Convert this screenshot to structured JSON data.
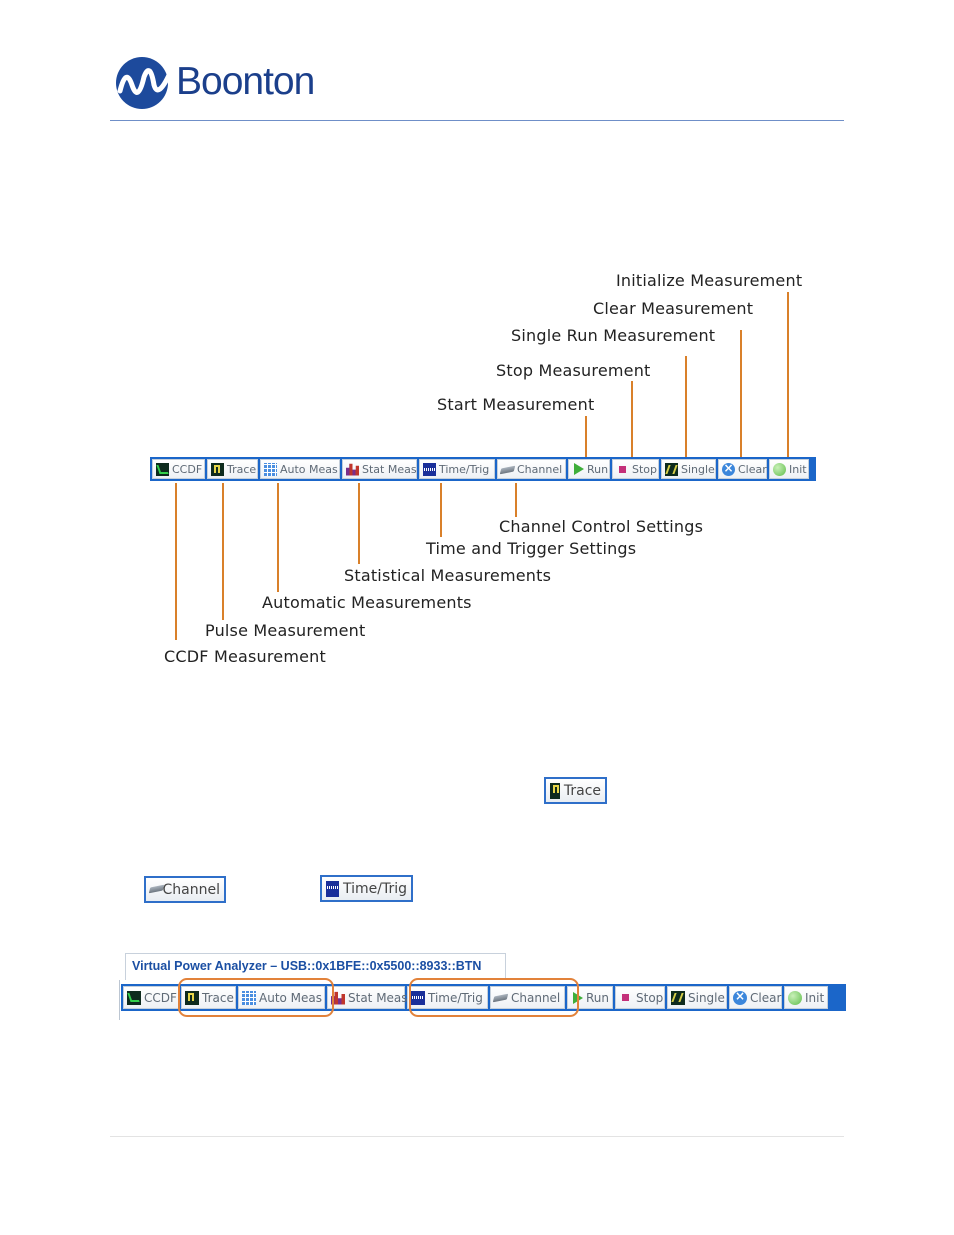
{
  "header": {
    "brand": "Boonton"
  },
  "toolbar_buttons": [
    {
      "label": "CCDF",
      "icon": "ccdf-icon"
    },
    {
      "label": "Trace",
      "icon": "trace-icon"
    },
    {
      "label": "Auto Meas",
      "icon": "auto-meas-icon"
    },
    {
      "label": "Stat Meas",
      "icon": "stat-meas-icon"
    },
    {
      "label": "Time/Trig",
      "icon": "time-trig-icon"
    },
    {
      "label": "Channel",
      "icon": "channel-icon"
    },
    {
      "label": "Run",
      "icon": "run-icon"
    },
    {
      "label": "Stop",
      "icon": "stop-icon"
    },
    {
      "label": "Single",
      "icon": "single-icon"
    },
    {
      "label": "Clear",
      "icon": "clear-icon"
    },
    {
      "label": "Init",
      "icon": "init-icon"
    }
  ],
  "callouts_top": {
    "init": "Initialize Measurement",
    "clear": "Clear Measurement",
    "single": "Single Run Measurement",
    "stop": "Stop Measurement",
    "start": "Start Measurement"
  },
  "callouts_bottom": {
    "channel": "Channel Control Settings",
    "time_trig": "Time and Trigger Settings",
    "statistical": "Statistical Measurements",
    "automatic": "Automatic Measurements",
    "pulse": "Pulse Measurement",
    "ccdf": "CCDF Measurement"
  },
  "standalone_buttons": {
    "trace": "Trace",
    "channel": "Channel",
    "time_trig": "Time/Trig"
  },
  "window": {
    "title": "Virtual Power Analyzer – USB::0x1BFE::0x5500::8933::BTN"
  },
  "colors": {
    "toolbar_blue": "#1b66c9",
    "leader_orange": "#d9802a",
    "highlight_orange": "#e2823a",
    "brand_blue": "#1b3f8b"
  }
}
